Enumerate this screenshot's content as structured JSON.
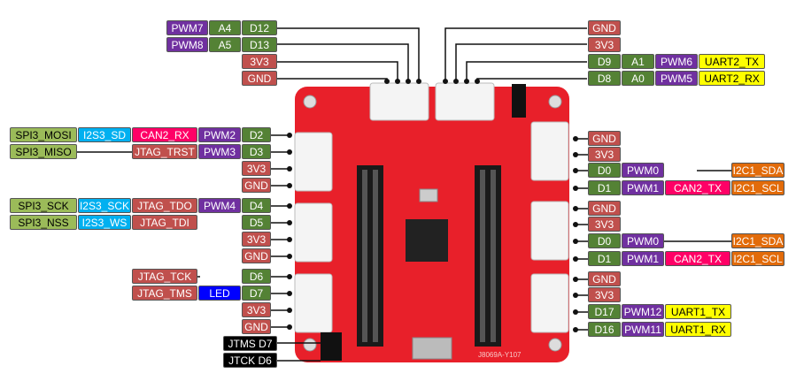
{
  "colors": {
    "board": "#e8202a",
    "pwm": "#7030a0",
    "pin": "#548235",
    "power": "#c0504d",
    "can": "#ff0066",
    "i2s": "#00b0f0",
    "spi": "#9bbb59",
    "uart": "#ffff00",
    "i2c": "#e26b0a",
    "led": "#0000ff",
    "jumper": "#000000"
  },
  "board": {
    "silk": "J8069A-Y107"
  },
  "top_left": {
    "row1": {
      "pwm": "PWM7",
      "analog": "A4",
      "pin": "D12"
    },
    "row2": {
      "pwm": "PWM8",
      "analog": "A5",
      "pin": "D13"
    },
    "vcc": "3V3",
    "gnd": "GND"
  },
  "top_right": {
    "gnd": "GND",
    "vcc": "3V3",
    "row1": {
      "pin": "D9",
      "analog": "A1",
      "pwm": "PWM6",
      "uart": "UART2_TX"
    },
    "row2": {
      "pin": "D8",
      "analog": "A0",
      "pwm": "PWM5",
      "uart": "UART2_RX"
    }
  },
  "left1": {
    "row1": {
      "spi": "SPI3_MOSI",
      "i2s": "I2S3_SD",
      "can": "CAN2_RX",
      "pwm": "PWM2",
      "pin": "D2"
    },
    "row2": {
      "spi": "SPI3_MISO",
      "jtag": "JTAG_TRST",
      "pwm": "PWM3",
      "pin": "D3"
    },
    "vcc": "3V3",
    "gnd": "GND"
  },
  "left2": {
    "row1": {
      "spi": "SPI3_SCK",
      "i2s": "I2S3_SCK",
      "jtag": "JTAG_TDO",
      "pwm": "PWM4",
      "pin": "D4"
    },
    "row2": {
      "spi": "SPI3_NSS",
      "i2s": "I2S3_WS",
      "jtag": "JTAG_TDI",
      "pin": "D5"
    },
    "vcc": "3V3",
    "gnd": "GND"
  },
  "left3": {
    "row1": {
      "jtag": "JTAG_TCK",
      "pin": "D6"
    },
    "row2": {
      "jtag": "JTAG_TMS",
      "led": "LED",
      "pin": "D7"
    },
    "vcc": "3V3",
    "gnd": "GND"
  },
  "jumpers": {
    "jtms": "JTMS D7",
    "jtck": "JTCK  D6"
  },
  "right1": {
    "gnd": "GND",
    "vcc": "3V3",
    "row1": {
      "pin": "D0",
      "pwm": "PWM0",
      "i2c": "I2C1_SDA"
    },
    "row2": {
      "pin": "D1",
      "pwm": "PWM1",
      "can": "CAN2_TX",
      "i2c": "I2C1_SCL"
    }
  },
  "right2": {
    "gnd": "GND",
    "vcc": "3V3",
    "row1": {
      "pin": "D0",
      "pwm": "PWM0",
      "i2c": "I2C1_SDA"
    },
    "row2": {
      "pin": "D1",
      "pwm": "PWM1",
      "can": "CAN2_TX",
      "i2c": "I2C1_SCL"
    }
  },
  "right3": {
    "gnd": "GND",
    "vcc": "3V3",
    "row1": {
      "pin": "D17",
      "pwm": "PWM12",
      "uart": "UART1_TX"
    },
    "row2": {
      "pin": "D16",
      "pwm": "PWM11",
      "uart": "UART1_RX"
    }
  }
}
